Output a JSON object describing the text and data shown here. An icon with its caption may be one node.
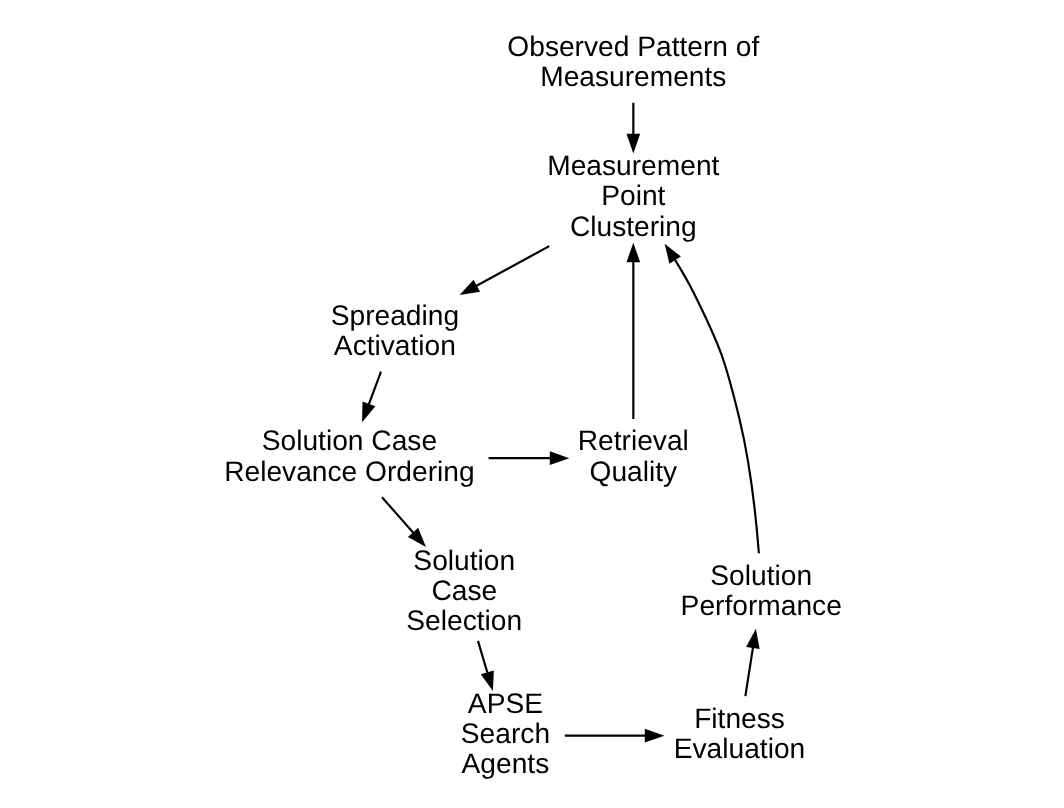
{
  "diagram": {
    "nodes": [
      {
        "text": [
          "Observed Pattern of Measurements"
        ]
      },
      {
        "text": [
          "Measurement Point Clustering"
        ]
      },
      {
        "text": [
          "Spreading Activation"
        ]
      },
      {
        "text": [
          "Solution Case Relevance Ordering"
        ]
      },
      {
        "text": [
          "Retrieval Quality"
        ]
      },
      {
        "text": [
          "Solution Case Selection"
        ]
      },
      {
        "text": [
          "APSE Search Agents"
        ]
      },
      {
        "text": [
          "Fitness Evaluation"
        ]
      },
      {
        "text": [
          "Solution Performance"
        ]
      }
    ],
    "edges": [
      {
        "from": 0,
        "to": 1,
        "arrow": "to"
      },
      {
        "from": 1,
        "to": 2,
        "arrow": "to"
      },
      {
        "from": 2,
        "to": 3,
        "arrow": "to"
      },
      {
        "from": 3,
        "to": 4,
        "arrow": "to"
      },
      {
        "from": 3,
        "to": 5,
        "arrow": "to"
      },
      {
        "from": 5,
        "to": 6,
        "arrow": "to"
      },
      {
        "from": 6,
        "to": 7,
        "arrow": "to"
      },
      {
        "from": 7,
        "to": 8,
        "arrow": "to"
      },
      {
        "from": 8,
        "to": 1,
        "arrow": "to"
      },
      {
        "from": 4,
        "to": 1,
        "arrow": "to"
      }
    ]
  }
}
